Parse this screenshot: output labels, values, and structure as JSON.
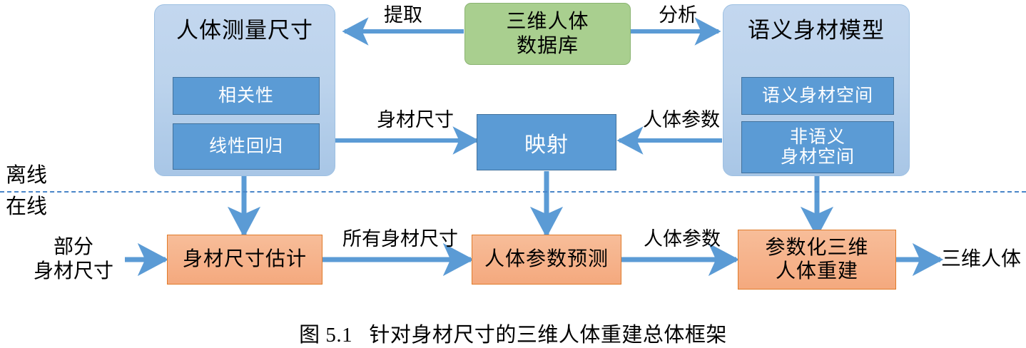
{
  "figure": {
    "caption": "图 5.1   针对身材尺寸的三维人体重建总体框架",
    "accent_blue": "#5b9bd5",
    "panel_blue": "#bcd3ec",
    "inner_blue": "#5b9bd5",
    "inner_blue_border": "#41719c",
    "green": "#a9cf8f",
    "green_border": "#8bb472",
    "orange": "#f6b189",
    "orange_border": "#e07b2a",
    "divider_color": "#4a86c8"
  },
  "stages": {
    "offline": "离线",
    "online": "在线"
  },
  "offline_row": {
    "left_panel": {
      "title": "人体测量尺寸",
      "items": [
        {
          "label": "相关性"
        },
        {
          "label": "线性回归"
        }
      ]
    },
    "database": {
      "label": "三维人体\n数据库"
    },
    "right_panel": {
      "title": "语义身材模型",
      "items": [
        {
          "label": "语义身材空间"
        },
        {
          "label": "非语义\n身材空间"
        }
      ]
    },
    "mapping": {
      "label": "映射"
    }
  },
  "online_row": {
    "input_label": "部分\n身材尺寸",
    "output_label": "三维人体",
    "boxes": [
      {
        "label": "身材尺寸估计"
      },
      {
        "label": "人体参数预测"
      },
      {
        "label": "参数化三维\n人体重建"
      }
    ]
  },
  "edge_labels": {
    "extract": "提取",
    "analyze": "分析",
    "body_size": "身材尺寸",
    "body_params_top": "人体参数",
    "all_body_sizes": "所有身材尺寸",
    "body_params_bottom": "人体参数"
  }
}
